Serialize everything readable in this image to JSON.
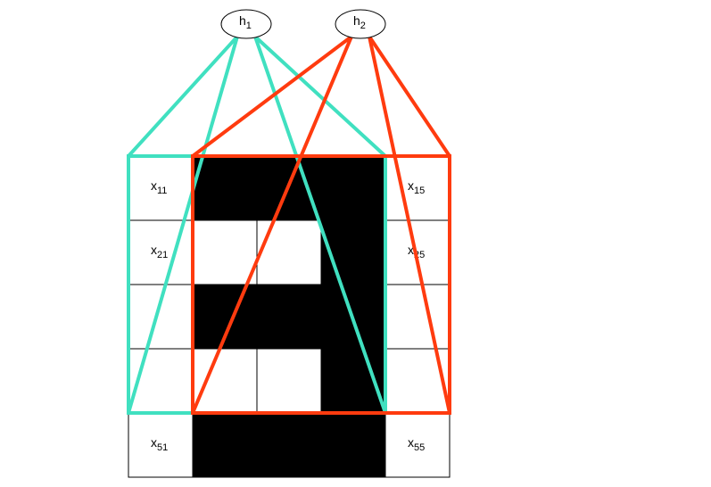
{
  "hidden_units": [
    {
      "main": "h",
      "sub": "1"
    },
    {
      "main": "h",
      "sub": "2"
    }
  ],
  "grid": {
    "cells": [
      [
        0,
        1,
        1,
        1,
        0
      ],
      [
        0,
        0,
        0,
        1,
        0
      ],
      [
        0,
        1,
        1,
        1,
        0
      ],
      [
        0,
        0,
        0,
        1,
        0
      ],
      [
        0,
        1,
        1,
        1,
        0
      ]
    ],
    "labels": [
      {
        "row": 0,
        "col": 0,
        "main": "x",
        "sub": "11"
      },
      {
        "row": 0,
        "col": 4,
        "main": "x",
        "sub": "15"
      },
      {
        "row": 1,
        "col": 0,
        "main": "x",
        "sub": "21"
      },
      {
        "row": 1,
        "col": 4,
        "main": "x",
        "sub": "25"
      },
      {
        "row": 4,
        "col": 0,
        "main": "x",
        "sub": "51"
      },
      {
        "row": 4,
        "col": 4,
        "main": "x",
        "sub": "55"
      }
    ]
  },
  "receptive_fields": [
    {
      "unit": 0,
      "rows": [
        0,
        3
      ],
      "cols": [
        0,
        3
      ],
      "color": "#40e0c0"
    },
    {
      "unit": 1,
      "rows": [
        0,
        3
      ],
      "cols": [
        1,
        4
      ],
      "color": "#ff3b0f"
    }
  ]
}
